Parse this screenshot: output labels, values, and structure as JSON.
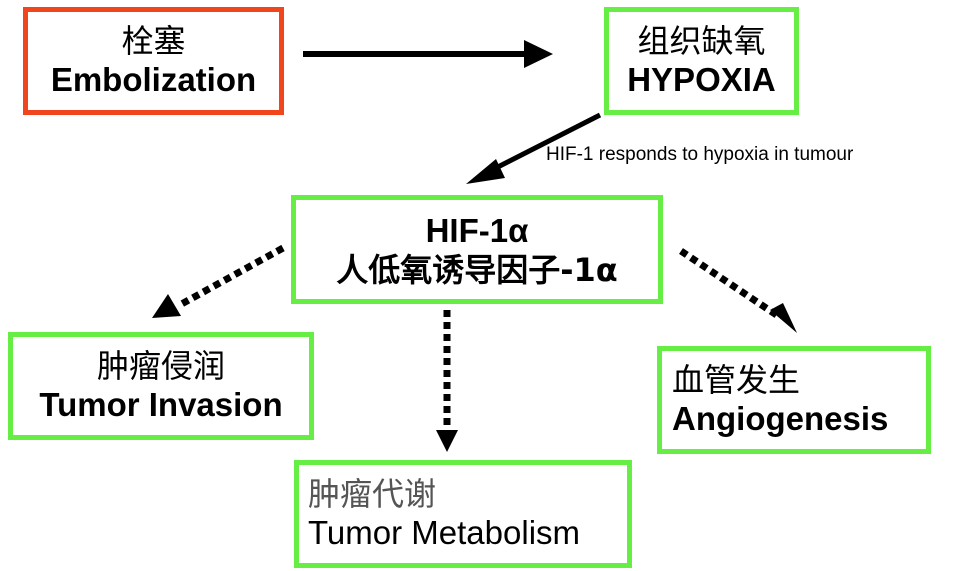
{
  "nodes": {
    "embolization": {
      "zh": "栓塞",
      "en": "Embolization",
      "border_color": "#f0451d"
    },
    "hypoxia": {
      "zh": "组织缺氧",
      "en": "HYPOXIA",
      "border_color": "#66ee44"
    },
    "hif": {
      "en": "HIF-1α",
      "zh": "人低氧诱导因子-1α",
      "border_color": "#66ee44"
    },
    "invasion": {
      "zh": "肿瘤侵润",
      "en": "Tumor Invasion",
      "border_color": "#66ee44"
    },
    "angiogenesis": {
      "zh": "血管发生",
      "en": "Angiogenesis",
      "border_color": "#66ee44"
    },
    "metabolism": {
      "zh": "肿瘤代谢",
      "en": "Tumor Metabolism",
      "border_color": "#66ee44"
    }
  },
  "edges": {
    "hypoxia_to_hif_label": "HIF-1 responds to hypoxia in tumour"
  }
}
